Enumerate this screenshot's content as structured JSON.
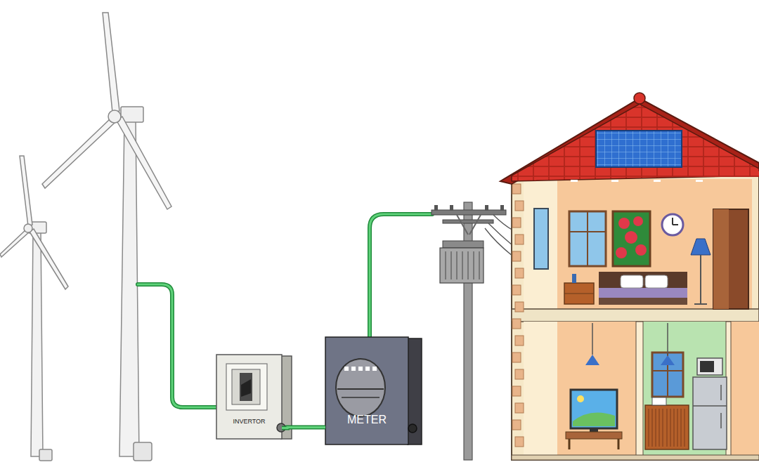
{
  "diagram": {
    "nodes": [
      {
        "text": [
          "INVERTOR"
        ]
      },
      {
        "text": [
          "METER"
        ]
      }
    ],
    "edges": [
      {
        "from": 0,
        "to": 1,
        "arrow": "none"
      }
    ]
  }
}
